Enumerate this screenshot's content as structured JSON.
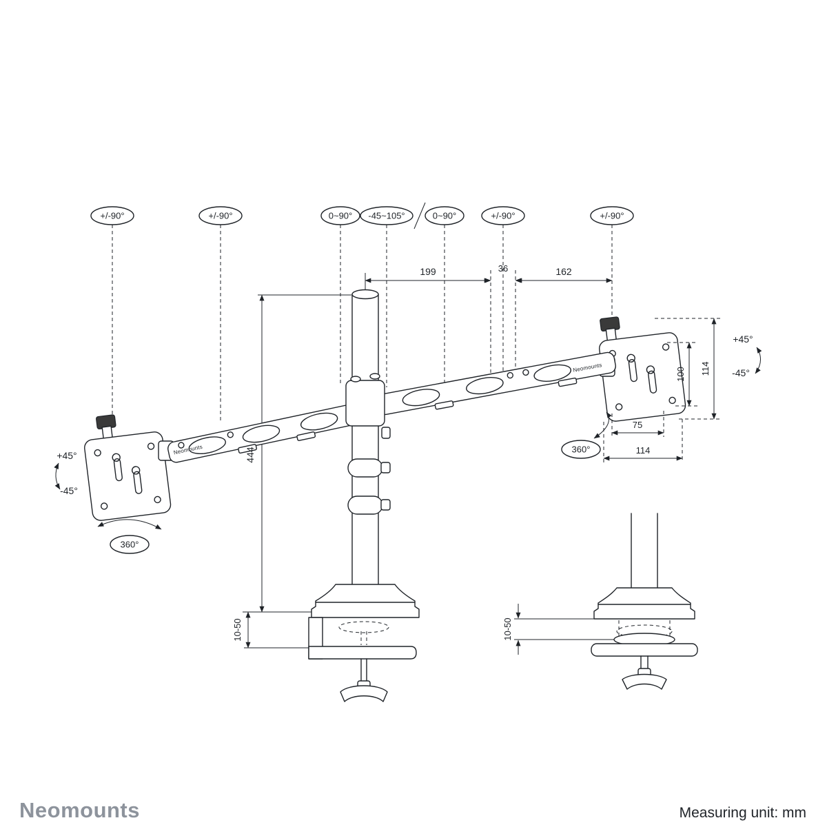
{
  "page": {
    "background": "#ffffff",
    "line_color": "#1f2328",
    "brand_gray": "#8d939c"
  },
  "footer": {
    "brand": "Neomounts",
    "measuring_unit": "Measuring unit: mm"
  },
  "callouts": [
    {
      "id": "left-plate-swivel",
      "label": "+/-90°"
    },
    {
      "id": "left-arm-elbow",
      "label": "+/-90°"
    },
    {
      "id": "arm-to-pole-left",
      "label": "0~90°"
    },
    {
      "id": "center-tilt",
      "label": "-45~105°"
    },
    {
      "id": "arm-to-pole-right",
      "label": "0~90°"
    },
    {
      "id": "right-arm-elbow",
      "label": "+/-90°"
    },
    {
      "id": "right-plate-swivel",
      "label": "+/-90°"
    }
  ],
  "dimensions": {
    "arm_left_reach": "199",
    "elbow_offset": "36",
    "arm_right_reach": "162",
    "pole_height": "444",
    "clamp_range": "10-50",
    "clamp_range_detail": "10-50",
    "vesa_hole_spacing_v": "100",
    "vesa_plate_height": "114",
    "vesa_hole_spacing_h": "75",
    "vesa_plate_width": "114"
  },
  "angles": {
    "left_plate_tilt_up": "+45°",
    "left_plate_tilt_down": "-45°",
    "left_plate_rotation": "360°",
    "right_plate_tilt_up": "+45°",
    "right_plate_tilt_down": "-45°",
    "right_plate_rotation": "360°"
  },
  "arm_branding": {
    "left": "Neomounts",
    "right": "Neomounts"
  }
}
